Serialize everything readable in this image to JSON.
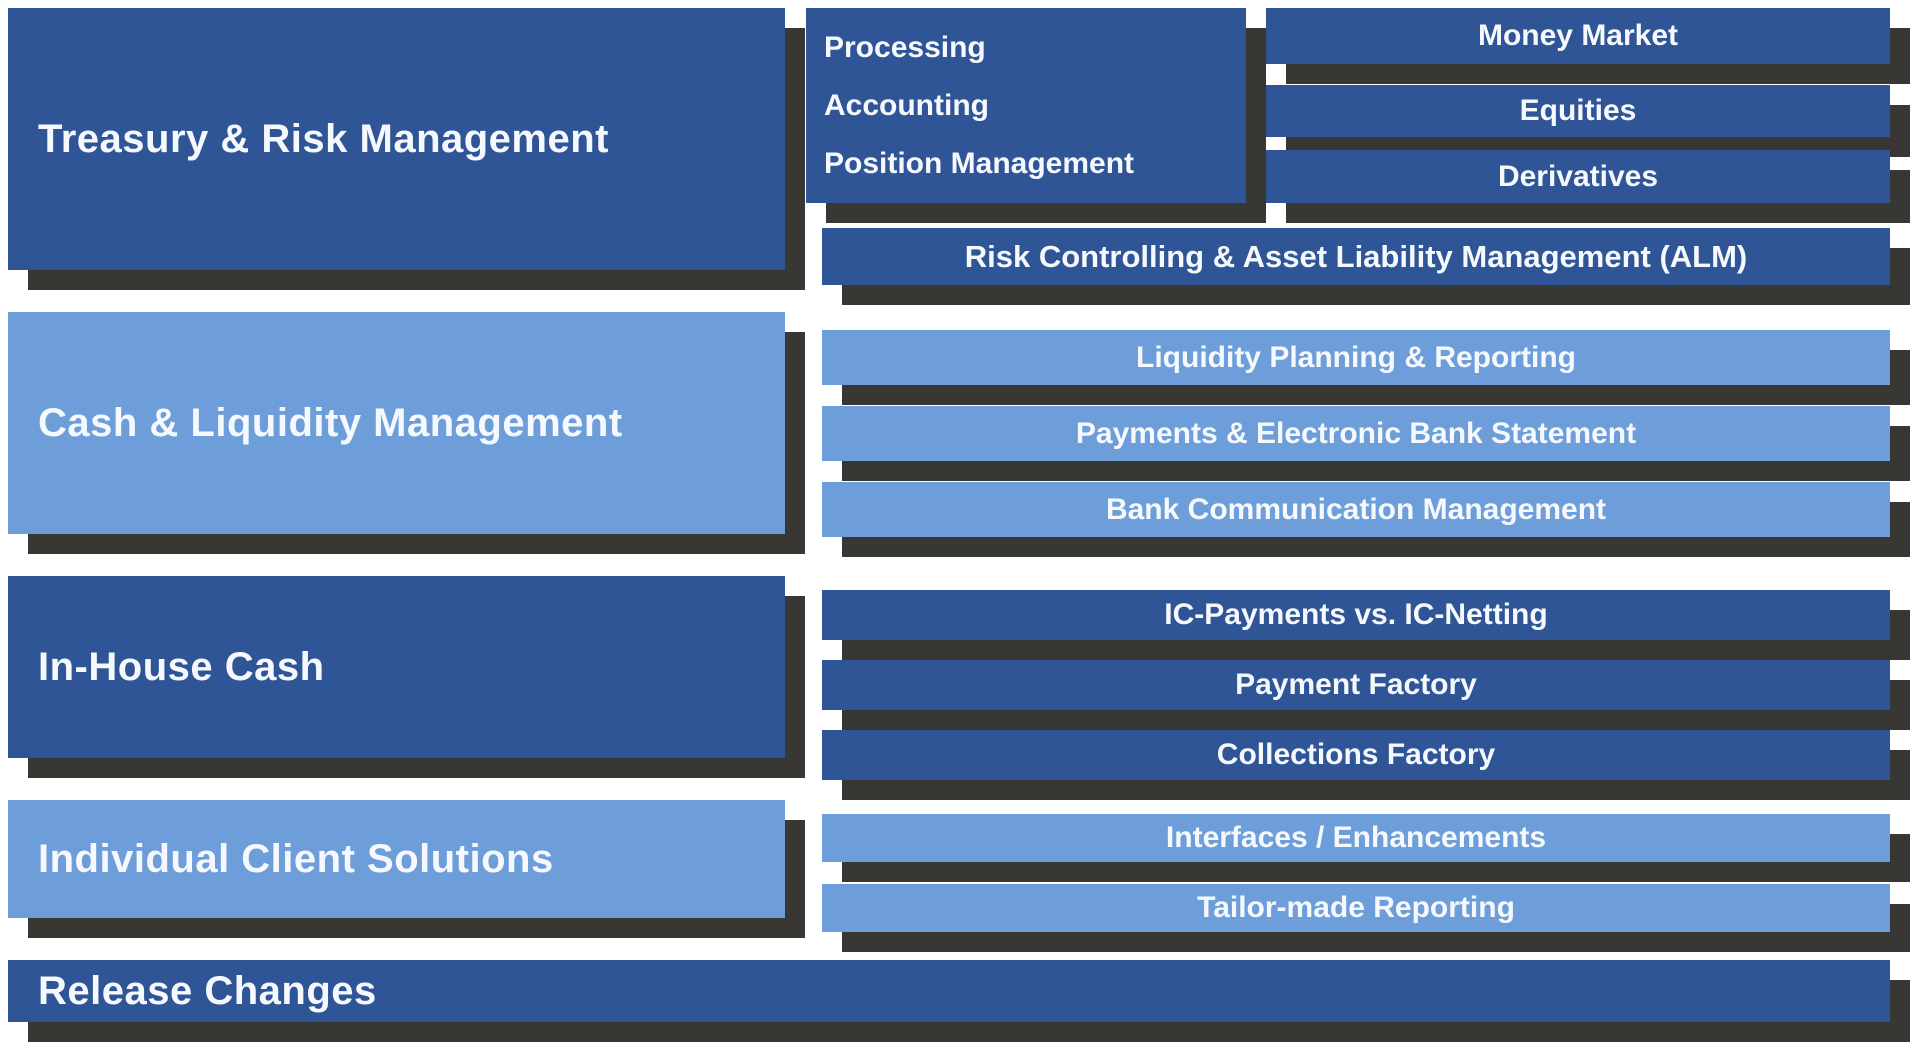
{
  "colors": {
    "dark_blue": "#2F5596",
    "light_blue": "#6D9EDA",
    "shadow_gray": "#393733",
    "text": "#FFFFFF",
    "background": "#FFFFFF"
  },
  "sections": [
    {
      "id": "treasury-risk-management",
      "title": "Treasury & Risk Management",
      "style": "dark",
      "middle_box": {
        "items": [
          "Processing",
          "Accounting",
          "Position Management"
        ]
      },
      "right_bars": [
        "Money Market",
        "Equities",
        "Derivatives"
      ],
      "bottom_bar": "Risk Controlling & Asset Liability Management (ALM)"
    },
    {
      "id": "cash-liquidity-management",
      "title": "Cash & Liquidity Management",
      "style": "light",
      "bars": [
        "Liquidity Planning & Reporting",
        "Payments & Electronic Bank Statement",
        "Bank Communication Management"
      ]
    },
    {
      "id": "in-house-cash",
      "title": "In-House Cash",
      "style": "dark",
      "bars": [
        "IC-Payments vs. IC-Netting",
        "Payment Factory",
        "Collections Factory"
      ]
    },
    {
      "id": "individual-client-solutions",
      "title": "Individual Client Solutions",
      "style": "light",
      "bars": [
        "Interfaces / Enhancements",
        "Tailor-made Reporting"
      ]
    },
    {
      "id": "release-changes",
      "title": "Release Changes",
      "style": "dark"
    }
  ]
}
